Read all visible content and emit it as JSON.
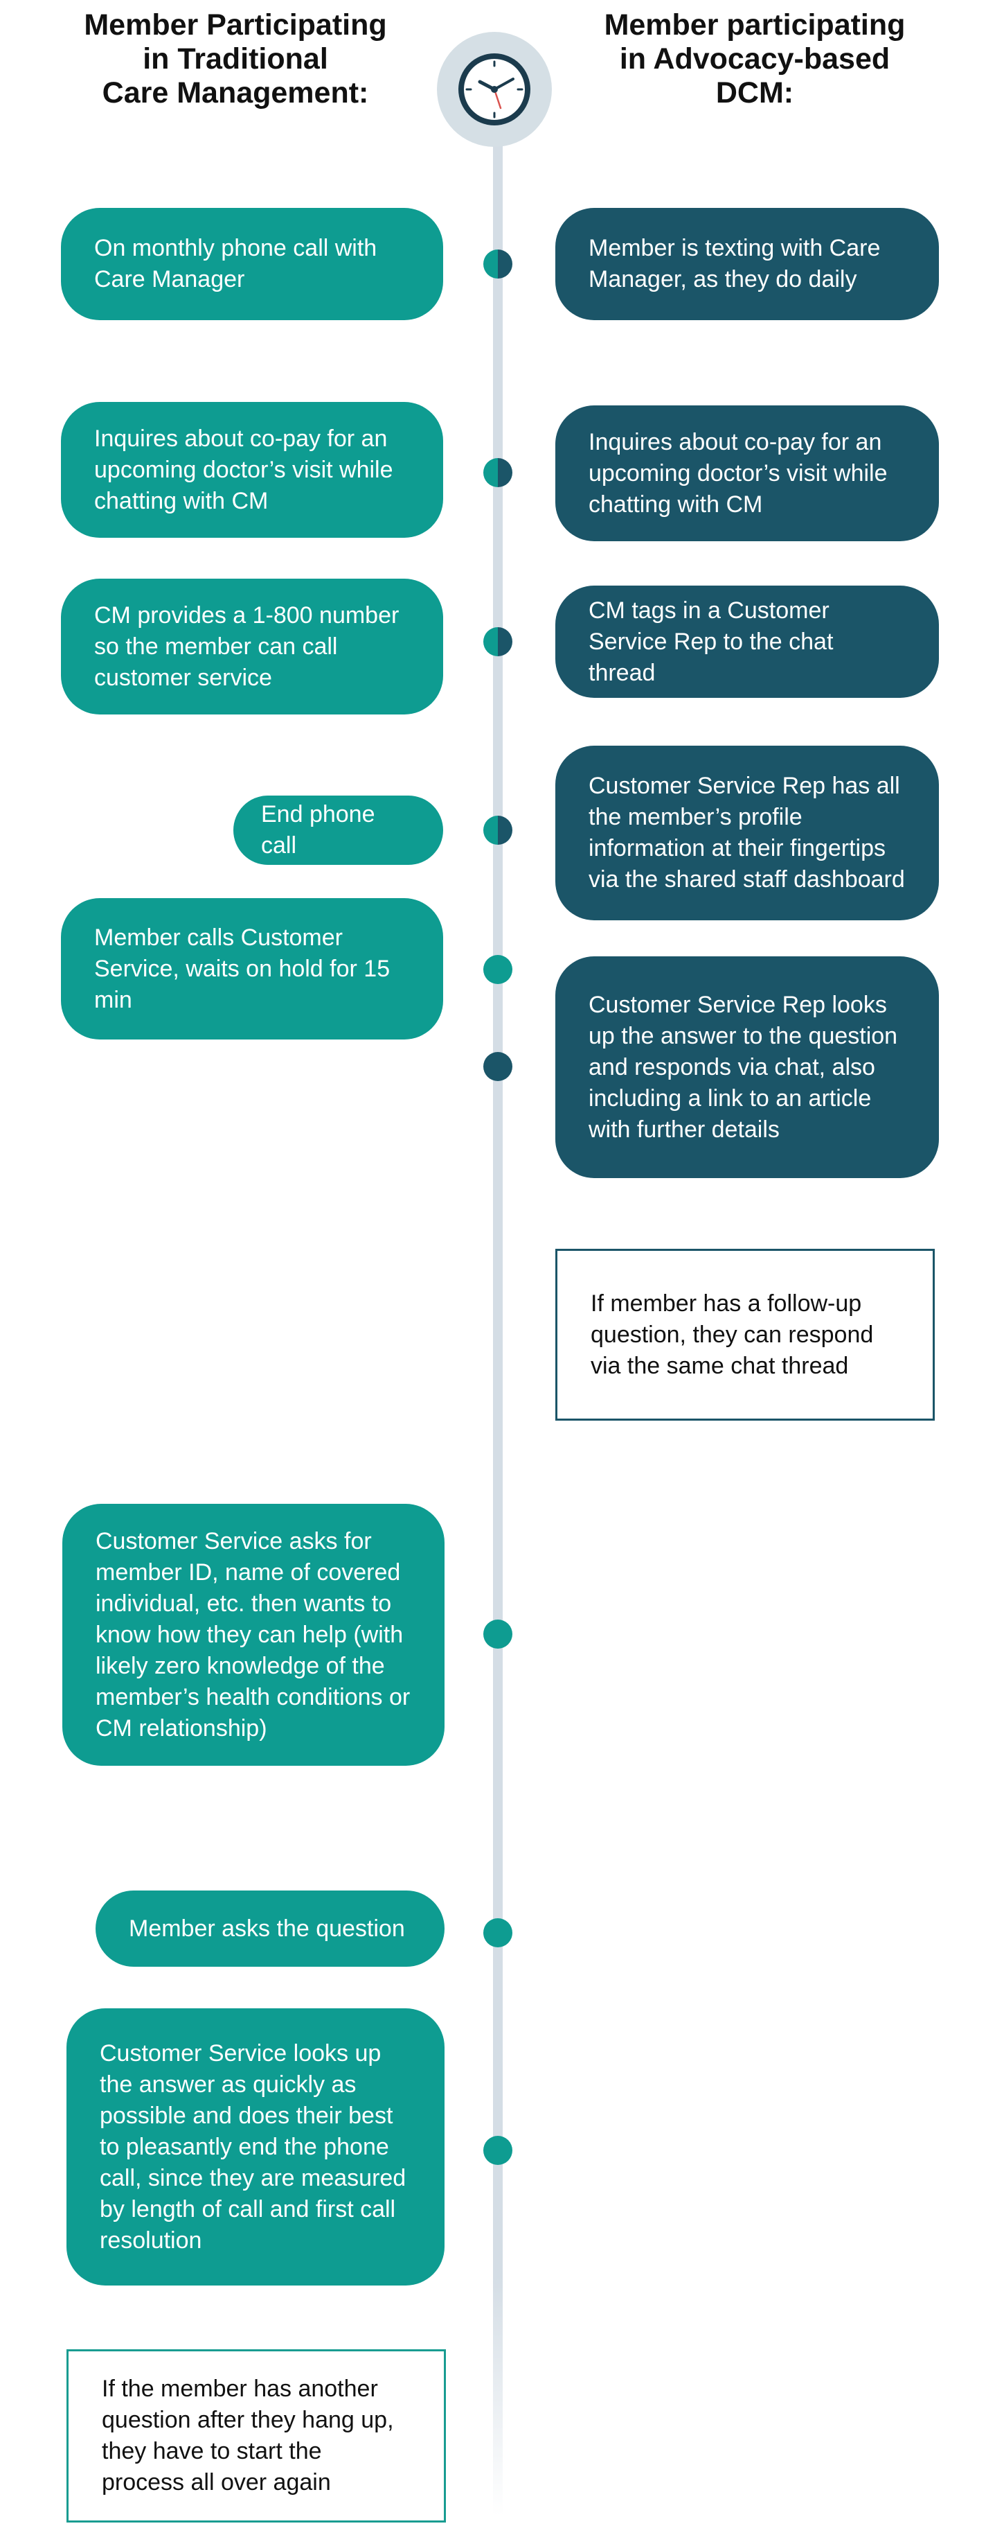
{
  "header": {
    "left": "Member Participating\nin Traditional\nCare Management:",
    "right": "Member participating\nin Advocacy-based\nDCM:"
  },
  "left_steps": [
    "On monthly phone call with Care Manager",
    "Inquires about co-pay for an upcoming doctor’s visit while chatting with CM",
    "CM provides a 1-800 number so the member can call customer service",
    "End phone call",
    "Member calls Customer Service, waits on hold for 15 min",
    "Customer Service asks for member ID, name of covered individual, etc. then wants to know how they can help (with likely zero knowledge of the member’s health conditions or CM relationship)",
    "Member asks the question",
    "Customer Service looks up the answer as quickly as possible and does their best to pleasantly end the phone call, since they are measured by length of call and first call resolution",
    "If the member has another question after they hang up, they have to start the process all over again"
  ],
  "right_steps": [
    "Member is texting with Care Manager, as they do daily",
    "Inquires about co-pay for an upcoming doctor’s visit while chatting with CM",
    "CM tags in a Customer Service Rep to the chat thread",
    "Customer Service Rep has all the member’s profile information at their fingertips via the shared staff dashboard",
    "Customer Service Rep looks up the answer to the question and responds via chat, also including a link to an article with further details",
    "If member has a follow-up question, they can respond via the same chat thread"
  ],
  "icons": {
    "clock": "clock-icon"
  },
  "colors": {
    "teal": "#0e9c91",
    "navy": "#1b5568",
    "timeline": "#d4dde5"
  }
}
